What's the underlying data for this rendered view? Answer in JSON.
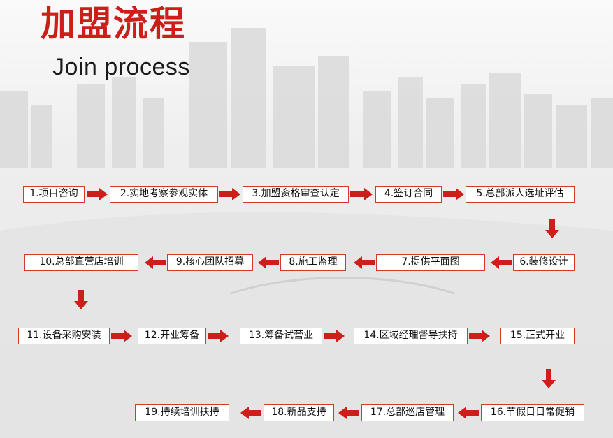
{
  "title": {
    "cn": "加盟流程",
    "en": "Join process"
  },
  "colors": {
    "accent": "#cc1f1a",
    "box_border": "#d23a2c"
  },
  "steps": [
    "1.项目咨询",
    "2.实地考察参观实体",
    "3.加盟资格审查认定",
    "4.签订合同",
    "5.总部派人选址评估",
    "6.装修设计",
    "7.提供平面图",
    "8.施工监理",
    "9.核心团队招募",
    "10.总部直营店培训",
    "11.设备采购安装",
    "12.开业筹备",
    "13.筹备试营业",
    "14.区域经理督导扶持",
    "15.正式开业",
    "16.节假日日常促销",
    "17.总部巡店管理",
    "18.新品支持",
    "19.持续培训扶持"
  ],
  "icons": {
    "flow_arrow": "arrow-icon"
  }
}
